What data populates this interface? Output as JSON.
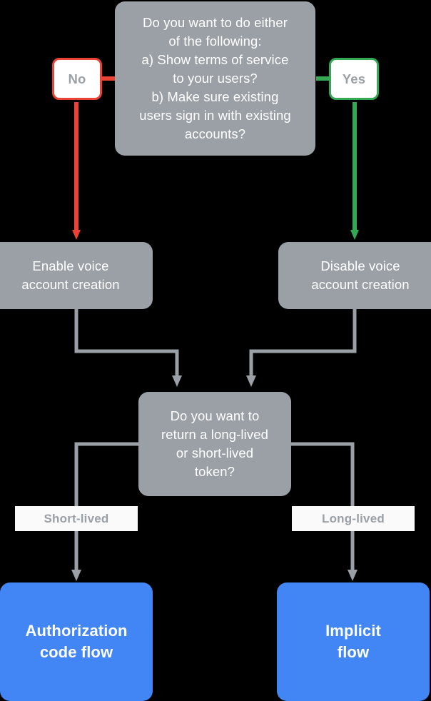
{
  "diagram": {
    "title": "Voice account creation and token flow decision tree",
    "colors": {
      "background": "#000000",
      "gray": "#9aa0a6",
      "blue": "#4285f4",
      "red": "#ea4335",
      "green": "#34a853",
      "white": "#ffffff",
      "label_text": "#9aa0a6"
    },
    "nodes": {
      "question_top": "Do you want to do either\nof the following:\na) Show terms of service\nto your users?\nb) Make sure existing\nusers sign in with existing\naccounts?",
      "answer_no": "No",
      "answer_yes": "Yes",
      "enable_voice": "Enable voice\naccount creation",
      "disable_voice": "Disable voice\naccount creation",
      "question_token": "Do you want to\nreturn a long-lived\nor short-lived\ntoken?",
      "label_short_lived": "Short-lived",
      "label_long_lived": "Long-lived",
      "outcome_auth_code": "Authorization\ncode flow",
      "outcome_implicit": "Implicit\nflow"
    }
  }
}
